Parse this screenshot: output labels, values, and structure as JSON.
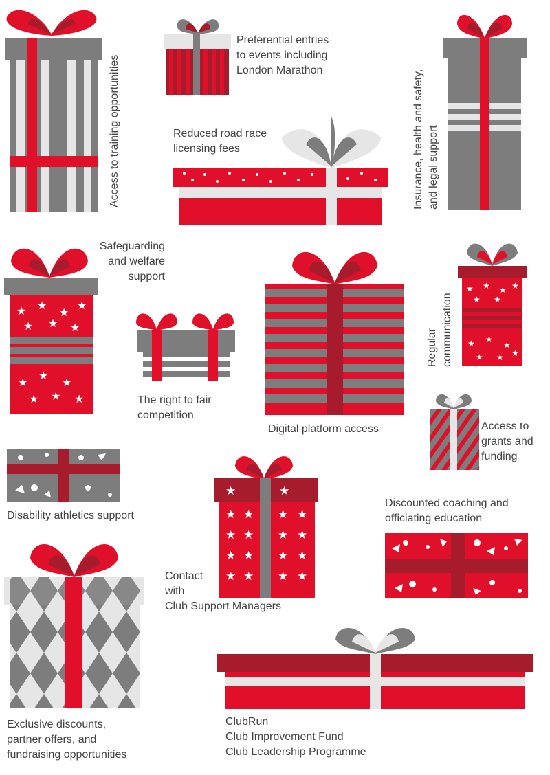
{
  "colors": {
    "red": "#e0102a",
    "dark_red": "#a61c2c",
    "grey": "#7d7d7d",
    "light_grey": "#e6e6e6",
    "white": "#ffffff",
    "text": "#444444"
  },
  "benefits": {
    "training": [
      "Access to training opportunities"
    ],
    "entries": [
      "Preferential entries",
      "to events including",
      "London Marathon"
    ],
    "insurance": [
      "Insurance, health and safety,",
      "and legal support"
    ],
    "licensing": [
      "Reduced road race",
      "licensing fees"
    ],
    "safeguarding": [
      "Safeguarding",
      "and welfare",
      "support"
    ],
    "fair": [
      "The right to fair",
      "competition"
    ],
    "digital": [
      "Digital platform access"
    ],
    "communication": [
      "Regular",
      "communication"
    ],
    "grants": [
      "Access to",
      "grants and",
      "funding"
    ],
    "disability": [
      "Disability athletics support"
    ],
    "coaching": [
      "Discounted coaching and",
      "officiating education"
    ],
    "contact": [
      "Contact",
      "with",
      "Club Support Managers"
    ],
    "exclusive": [
      "Exclusive discounts,",
      "partner offers, and",
      "fundraising opportunities"
    ],
    "clubrun": [
      "ClubRun",
      "Club Improvement Fund",
      "Club Leadership Programme"
    ]
  }
}
